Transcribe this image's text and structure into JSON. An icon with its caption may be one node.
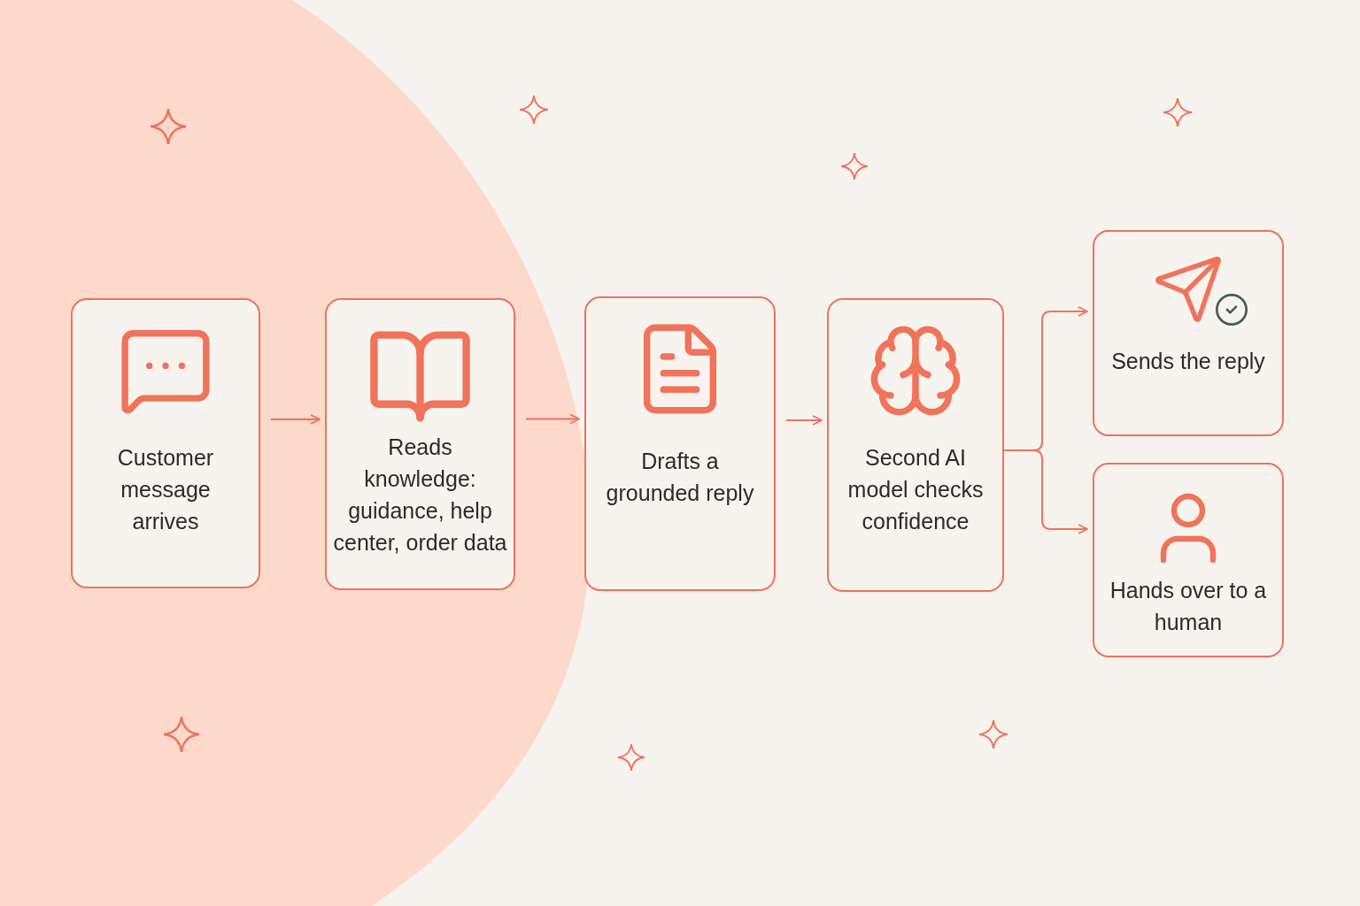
{
  "diagram": {
    "nodes": [
      {
        "text": [
          "Customer message arrives"
        ]
      },
      {
        "text": [
          "Reads knowledge: guidance, help center, order data"
        ]
      },
      {
        "text": [
          "Drafts a grounded reply"
        ]
      },
      {
        "text": [
          "Second AI model checks confidence"
        ]
      },
      {
        "text": [
          "Sends the reply"
        ]
      },
      {
        "text": [
          "Hands over to a human"
        ]
      }
    ],
    "edges": [
      {
        "from": 0,
        "to": 1,
        "arrow": "to"
      },
      {
        "from": 1,
        "to": 2,
        "arrow": "to"
      },
      {
        "from": 2,
        "to": 3,
        "arrow": "to"
      },
      {
        "from": 3,
        "to": 4,
        "arrow": "to"
      },
      {
        "from": 3,
        "to": 5,
        "arrow": "to"
      }
    ]
  }
}
